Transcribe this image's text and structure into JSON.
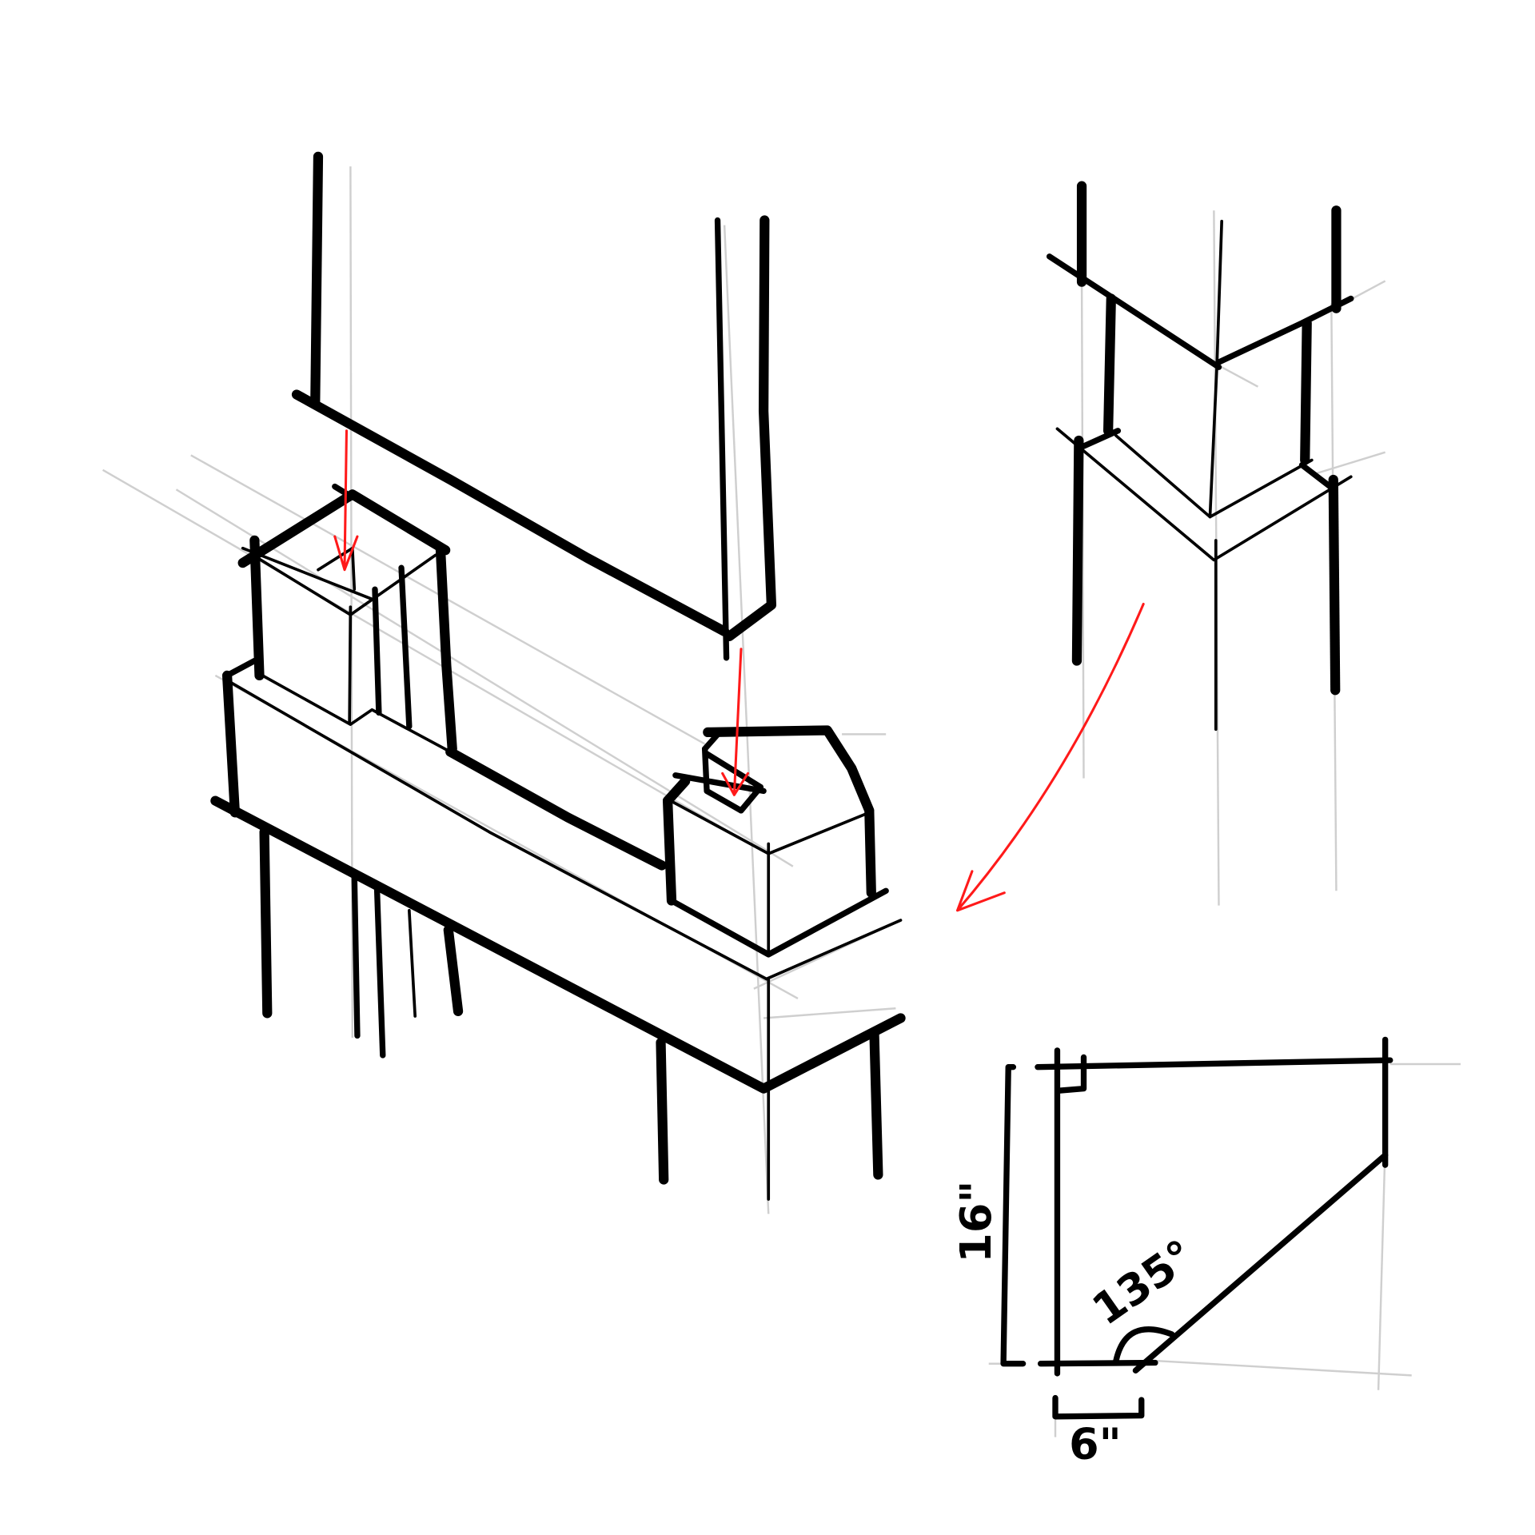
{
  "annotations": {
    "height": "16\"",
    "angle": "135°",
    "width": "6\""
  },
  "colors": {
    "ink": "#000000",
    "arrow": "#ff1a1a",
    "construction": "#cfcfcf"
  }
}
